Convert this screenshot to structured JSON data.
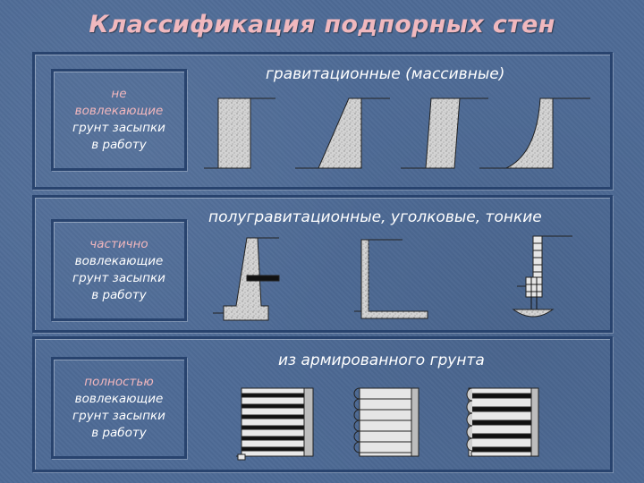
{
  "title": "Классификация подпорных стен",
  "sections": [
    {
      "heading": "гравитационные (массивные)",
      "label": [
        "не",
        "вовлекающие",
        "грунт засыпки",
        "в работу"
      ]
    },
    {
      "heading": "полугравитационные, уголковые, тонкие",
      "label": [
        "частично",
        "вовлекающие",
        "грунт засыпки",
        "в работу"
      ]
    },
    {
      "heading": "из армированного грунта",
      "label": [
        "полностью",
        "вовлекающие",
        "грунт засыпки",
        "в работу"
      ]
    }
  ],
  "colors": {
    "background": "#4e6b96",
    "border": "#28436e",
    "title": "#f0b8be",
    "concrete": "#cfcfcf"
  }
}
